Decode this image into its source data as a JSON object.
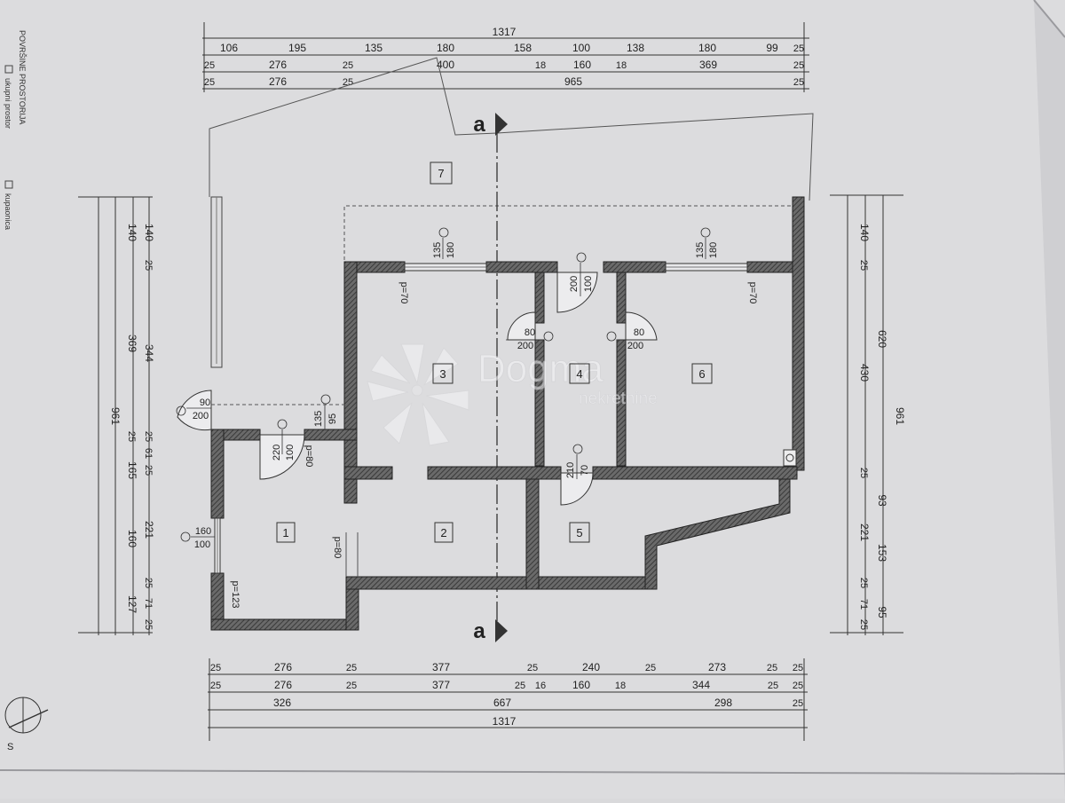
{
  "legend": {
    "title": "POVRŠINE PROSTORIJA",
    "item_1": "ukupni prostor",
    "item_2": "kupaonica"
  },
  "watermark": {
    "brand": "Dogma",
    "sub": "nekretnine"
  },
  "section": {
    "label": "a"
  },
  "north": {
    "label": "S"
  },
  "rooms": [
    "1",
    "2",
    "3",
    "4",
    "5",
    "6",
    "7"
  ],
  "dims": {
    "top_total": "1317",
    "top_row1": [
      "106",
      "195",
      "135",
      "180",
      "158",
      "100",
      "138",
      "180",
      "99",
      "25"
    ],
    "top_row2": [
      "25",
      "276",
      "25",
      "400",
      "18",
      "160",
      "18",
      "369",
      "25"
    ],
    "top_row3": [
      "25",
      "276",
      "25",
      "965",
      "25"
    ],
    "bottom_row1": [
      "25",
      "276",
      "25",
      "377",
      "25",
      "240",
      "25",
      "273",
      "25",
      "25"
    ],
    "bottom_row2": [
      "25",
      "276",
      "25",
      "377",
      "25",
      "16",
      "160",
      "18",
      "344",
      "25",
      "25"
    ],
    "bottom_row3": [
      "326",
      "667",
      "298",
      "25"
    ],
    "bottom_total": "1317",
    "left_total": "961",
    "left_a": [
      "140",
      "369",
      "25",
      "165",
      "160",
      "127"
    ],
    "left_b": [
      "140",
      "25",
      "344",
      "25",
      "61",
      "25",
      "221",
      "25",
      "71",
      "25"
    ],
    "right_total": "961",
    "right_a": [
      "140",
      "25",
      "430",
      "25",
      "221",
      "25",
      "71",
      "25"
    ],
    "right_b": [
      "620",
      "93",
      "153",
      "95"
    ]
  },
  "openings": [
    {
      "w": "180",
      "h": "135"
    },
    {
      "w": "180",
      "h": "135"
    },
    {
      "w": "100",
      "h": "200"
    },
    {
      "w": "80",
      "h": "200"
    },
    {
      "w": "80",
      "h": "200"
    },
    {
      "w": "90",
      "h": "200"
    },
    {
      "w": "95",
      "h": "135"
    },
    {
      "w": "100",
      "h": "220"
    },
    {
      "w": "70",
      "h": "210"
    },
    {
      "w": "160",
      "h": "100"
    }
  ],
  "parapets": [
    "p=70",
    "p=70",
    "p=80",
    "p=80",
    "p=123"
  ]
}
